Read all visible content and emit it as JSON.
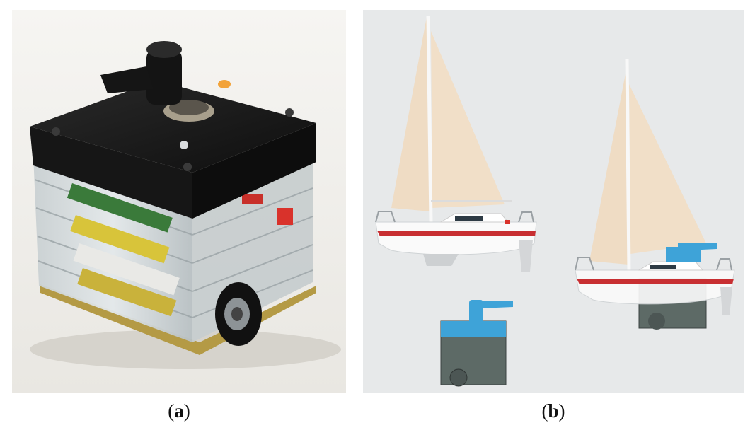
{
  "figure": {
    "panels": [
      {
        "label": "a",
        "open": "(",
        "close": ")",
        "description_icon": "robot-device-photo"
      },
      {
        "label": "b",
        "open": "(",
        "close": ")",
        "description_icon": "sailboat-render"
      }
    ]
  }
}
